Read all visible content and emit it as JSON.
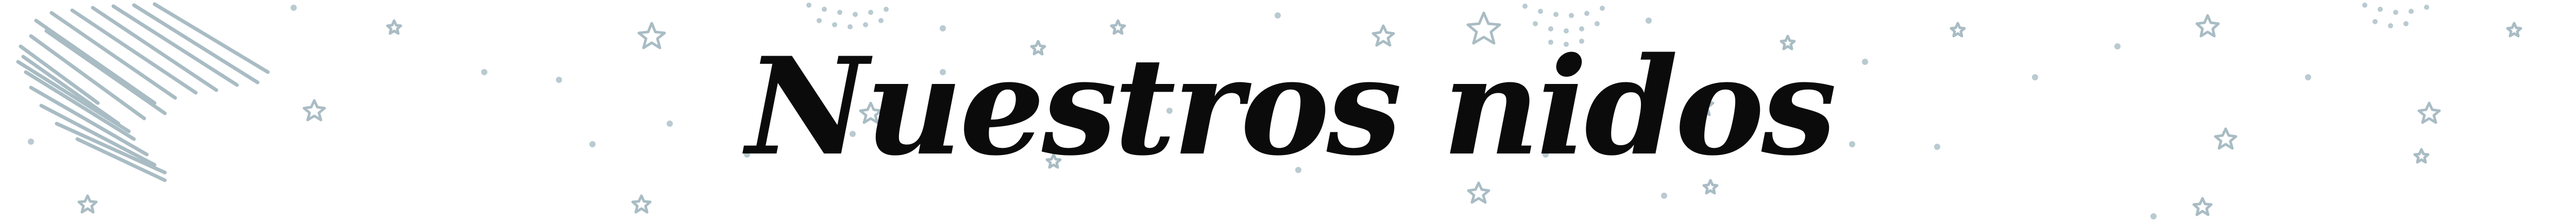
{
  "banner": {
    "title": "Nuestros nidos"
  },
  "decor": {
    "star_color": "#a9bcc4",
    "hatch_color": "#a9bcc4",
    "dot_color": "#b9cad1",
    "icons": [
      "star-icon",
      "hatch-scribble",
      "dotted-half-circle"
    ]
  }
}
